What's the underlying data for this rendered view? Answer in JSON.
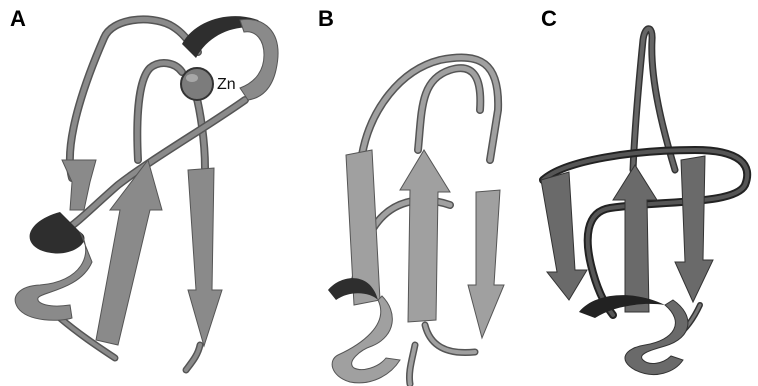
{
  "panels": [
    {
      "letter": "A",
      "ion_label": "Zn"
    },
    {
      "letter": "B"
    },
    {
      "letter": "C"
    }
  ],
  "colors": {
    "ribbon": "#8a8a8a",
    "ribbon_dark": "#2e2e2e",
    "ribbon_light": "#a8a8a8",
    "coil": "#8a8a8a",
    "coil_dark": "#333333",
    "sphere": "#7c7c7c"
  }
}
